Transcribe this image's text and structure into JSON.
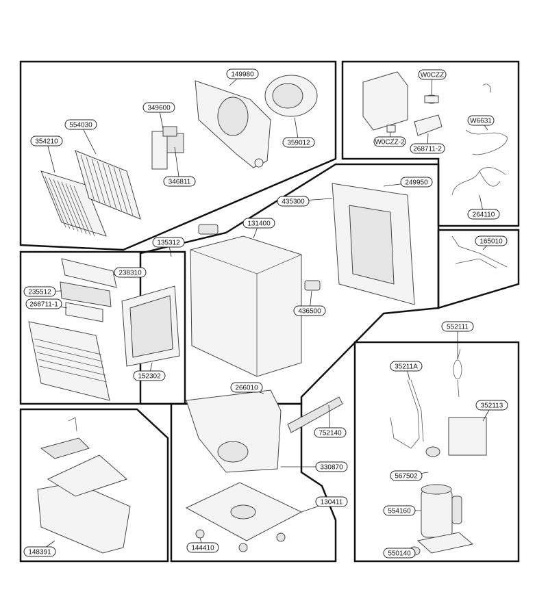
{
  "labels": {
    "p149980": "149980",
    "p349600": "349600",
    "p554030": "554030",
    "p354210": "354210",
    "p359012": "359012",
    "p346811": "346811",
    "pW0CZZ": "W0CZZ",
    "pW0CZZ2": "W0CZZ-2",
    "p268711_2": "268711-2",
    "pW6631": "W6631",
    "p249950": "249950",
    "p264110": "264110",
    "p435300": "435300",
    "p131400": "131400",
    "p135312": "135312",
    "p238310": "238310",
    "p235512": "235512",
    "p268711_1": "268711-1",
    "p165010": "165010",
    "p436500": "436500",
    "p552111": "552111",
    "p35211A": "35211A",
    "p152302": "152302",
    "p266010": "266010",
    "p352113": "352113",
    "p752140": "752140",
    "p330870": "330870",
    "p567502": "567502",
    "p130411": "130411",
    "p554160": "554160",
    "p148391": "148391",
    "p144410": "144410",
    "p550140": "550140"
  }
}
